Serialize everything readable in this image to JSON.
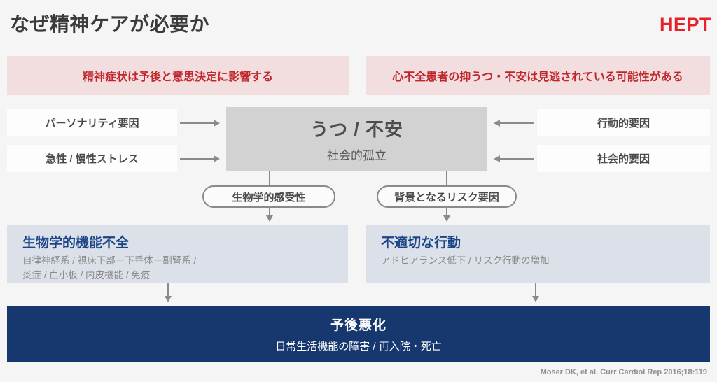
{
  "header": {
    "title": "なぜ精神ケアが必要か",
    "logo": "HEPT"
  },
  "banners": {
    "left": "精神症状は予後と意思決定に影響する",
    "right": "心不全患者の抑うつ・不安は見逃されている可能性がある"
  },
  "diagram": {
    "left_factors": [
      "パーソナリティ要因",
      "急性 / 慢性ストレス"
    ],
    "right_factors": [
      "行動的要因",
      "社会的要因"
    ],
    "center": {
      "title": "うつ / 不安",
      "subtitle": "社会的孤立"
    },
    "mediators": {
      "left": "生物学的感受性",
      "right": "背景となるリスク要因"
    },
    "outcomes": {
      "left": {
        "title": "生物学的機能不全",
        "line1": "自律神経系 / 視床下部ー下垂体ー副腎系 /",
        "line2": "炎症 / 血小板 / 内皮機能 / 免疫"
      },
      "right": {
        "title": "不適切な行動",
        "line1": "アドヒアランス低下 / リスク行動の増加"
      }
    },
    "final": {
      "title": "予後悪化",
      "subtitle": "日常生活機能の障害 / 再入院・死亡"
    }
  },
  "footer": {
    "citation": "Moser DK, et al. Curr Cardiol Rep 2016;18:119"
  },
  "colors": {
    "accent_red": "#c0262c",
    "banner_pink": "#f2dede",
    "center_gray": "#d2d2d2",
    "outcome_steel": "#dbe0e9",
    "outcome_heading_blue": "#1c4587",
    "final_navy": "#17386e",
    "logo_red": "#e62129",
    "arrow_gray": "#8a8a8a"
  }
}
